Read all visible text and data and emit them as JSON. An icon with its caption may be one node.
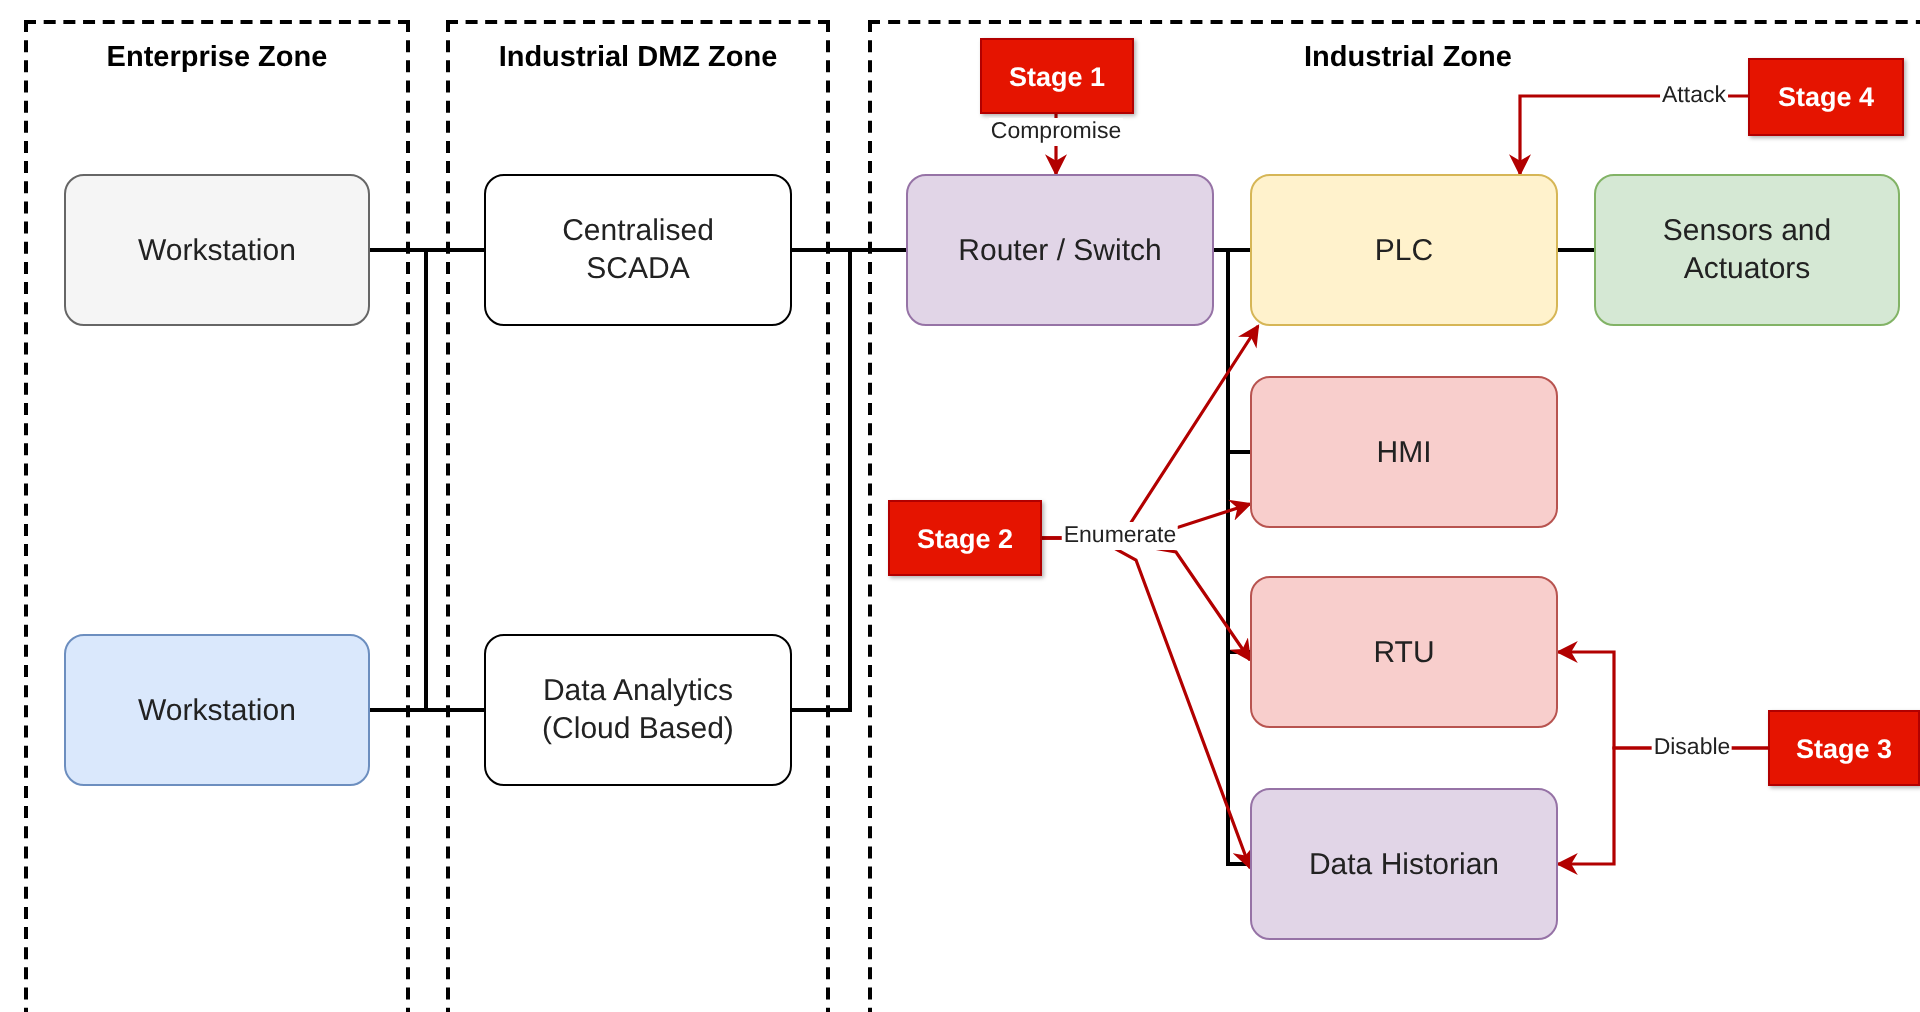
{
  "diagram": {
    "nodes": [
      {
        "text": [
          "Enterprise Zone"
        ]
      },
      {
        "text": [
          "Workstation"
        ],
        "in": 0
      },
      {
        "text": [
          "Workstation"
        ],
        "in": 0
      },
      {
        "text": [
          "Industrial DMZ Zone"
        ]
      },
      {
        "text": [
          "Centralised SCADA"
        ],
        "in": 3
      },
      {
        "text": [
          "Data Analytics (Cloud Based)"
        ],
        "in": 3
      },
      {
        "text": [
          "Industrial Zone"
        ]
      },
      {
        "text": [
          "Stage 1"
        ],
        "in": 6
      },
      {
        "text": [
          "Router / Switch"
        ],
        "in": 6
      },
      {
        "text": [
          "PLC"
        ],
        "in": 6
      },
      {
        "text": [
          "Sensors and Actuators"
        ],
        "in": 6
      },
      {
        "text": [
          "Stage 4"
        ],
        "in": 6
      },
      {
        "text": [
          "HMI"
        ],
        "in": 6
      },
      {
        "text": [
          "Stage 2"
        ],
        "in": 6
      },
      {
        "text": [
          "RTU"
        ],
        "in": 6
      },
      {
        "text": [
          "Stage 3"
        ],
        "in": 6
      },
      {
        "text": [
          "Data Historian"
        ],
        "in": 6
      }
    ],
    "edges": [
      {
        "from": 1,
        "to": 4,
        "arrow": "none"
      },
      {
        "from": 1,
        "to": 5,
        "arrow": "none"
      },
      {
        "from": 2,
        "to": 5,
        "arrow": "none"
      },
      {
        "from": 4,
        "to": 8,
        "arrow": "none"
      },
      {
        "from": 5,
        "to": 8,
        "arrow": "none"
      },
      {
        "from": 8,
        "to": 9,
        "arrow": "none"
      },
      {
        "from": 8,
        "to": 12,
        "arrow": "none"
      },
      {
        "from": 8,
        "to": 14,
        "arrow": "none"
      },
      {
        "from": 8,
        "to": 16,
        "arrow": "none"
      },
      {
        "from": 9,
        "to": 10,
        "arrow": "none"
      },
      {
        "from": 7,
        "to": 8,
        "arrow": "to",
        "label": "Compromise",
        "color": "#b20000"
      },
      {
        "from": 11,
        "to": 9,
        "arrow": "to",
        "label": "Attack",
        "color": "#b20000"
      },
      {
        "from": 13,
        "to": 9,
        "arrow": "to",
        "label": "Enumerate",
        "color": "#b20000"
      },
      {
        "from": 13,
        "to": 12,
        "arrow": "to",
        "color": "#b20000"
      },
      {
        "from": 13,
        "to": 14,
        "arrow": "to",
        "color": "#b20000"
      },
      {
        "from": 13,
        "to": 16,
        "arrow": "to",
        "color": "#b20000"
      },
      {
        "from": 15,
        "to": 14,
        "arrow": "to",
        "label": "Disable",
        "color": "#b20000"
      },
      {
        "from": 15,
        "to": 16,
        "arrow": "to",
        "color": "#b20000"
      }
    ]
  }
}
